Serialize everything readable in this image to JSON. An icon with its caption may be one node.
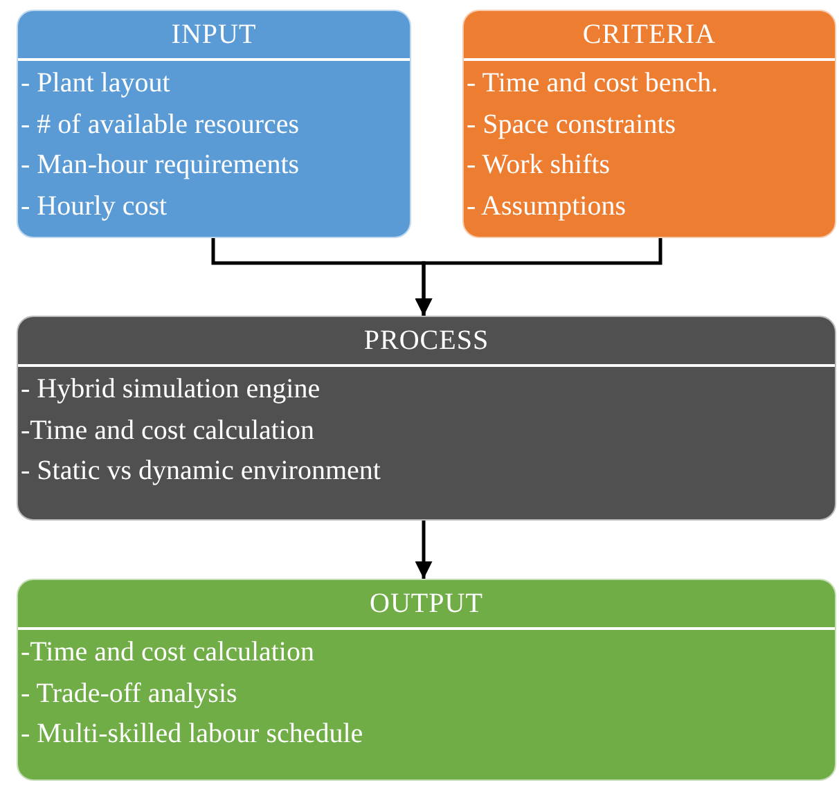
{
  "diagram": {
    "nodes": [
      {
        "text": [
          "INPUT",
          "- Plant layout",
          "- # of available resources",
          "- Man-hour requirements",
          "- Hourly cost"
        ]
      },
      {
        "text": [
          "CRITERIA",
          "- Time and cost bench.",
          "- Space constraints",
          "- Work shifts",
          "- Assumptions"
        ]
      },
      {
        "text": [
          "PROCESS",
          "- Hybrid simulation engine",
          "-Time and cost calculation",
          "- Static vs dynamic environment"
        ]
      },
      {
        "text": [
          "OUTPUT",
          "-Time and cost calculation",
          "- Trade-off analysis",
          "- Multi-skilled labour schedule"
        ]
      }
    ],
    "edges": [
      {
        "from": 0,
        "to": 2,
        "arrow": "to"
      },
      {
        "from": 1,
        "to": 2,
        "arrow": "to"
      },
      {
        "from": 2,
        "to": 3,
        "arrow": "to"
      }
    ]
  }
}
